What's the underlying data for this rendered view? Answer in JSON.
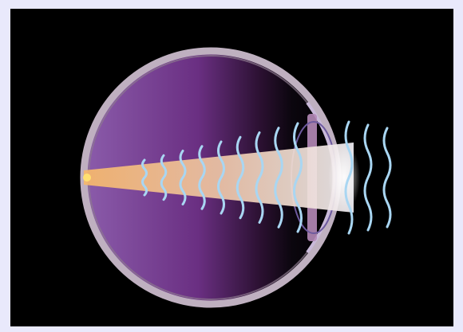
{
  "figure": {
    "subject": "eye-cross-section",
    "colors": {
      "frame": "#e9e9fb",
      "background": "#000000",
      "eyeball_inner": "#7a4a9a",
      "eyeball_rim": "#b9a9b9",
      "cornea_lens": "#d9b9d9",
      "light_beam": "#f3d3a8",
      "wavefront": "#a9d6f2",
      "focus_point": "#ffe070"
    },
    "wavefront_count": {
      "inside_eye": 9,
      "outside_eye": 3
    }
  }
}
